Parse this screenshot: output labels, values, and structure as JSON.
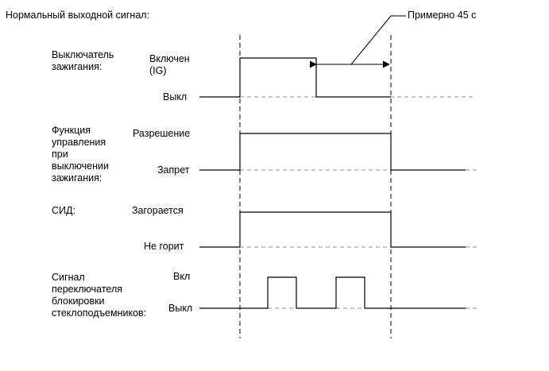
{
  "title": "Нормальный выходной сигнал:",
  "duration_note": "Примерно 45 с",
  "colors": {
    "line": "#000000",
    "dash": "#8c8c8c",
    "background": "#ffffff"
  },
  "signals": [
    {
      "id": "ignition",
      "name": "Выключатель\nзажигания:",
      "high_label": "Включен\n(IG)",
      "low_label": "Выкл"
    },
    {
      "id": "control",
      "name": "Функция\nуправления\nпри\nвыключении\nзажигания:",
      "high_label": "Разрешение",
      "low_label": "Запрет"
    },
    {
      "id": "led",
      "name": "СИД:",
      "high_label": "Загорается",
      "low_label": "Не горит"
    },
    {
      "id": "lock_switch",
      "name": "Сигнал\nпереключателя\nблокировки\nстеклоподъемников:",
      "high_label": "Вкл",
      "low_label": "Выкл"
    }
  ]
}
